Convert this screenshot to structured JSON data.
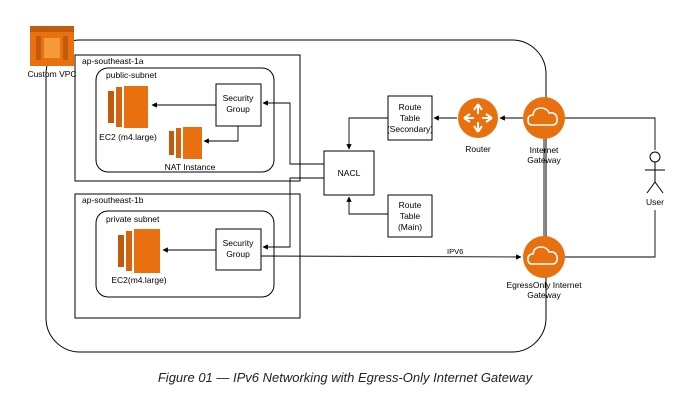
{
  "vpc": {
    "label": "Custom VPC"
  },
  "az_a": {
    "label": "ap-southeast-1a",
    "subnet": "public-subnet",
    "ec2": "EC2 (m4.large)",
    "sg": [
      "Security",
      "Group"
    ],
    "nat": "NAT Instance"
  },
  "az_b": {
    "label": "ap-southeast-1b",
    "subnet": "private subnet",
    "ec2": "EC2(m4.large)",
    "sg": [
      "Security",
      "Group"
    ]
  },
  "nacl": "NACL",
  "rt_secondary": [
    "Route",
    "Table",
    "(Secondary)"
  ],
  "rt_main": [
    "Route",
    "Table",
    "(Main)"
  ],
  "router": "Router",
  "igw": [
    "Internet",
    "Gateway"
  ],
  "eigw": [
    "EgressOnly Internet",
    "Gateway"
  ],
  "user": "User",
  "ipv6_label": "IPV6",
  "caption": "Figure 01 — IPv6 Networking with Egress-Only Internet Gateway",
  "colors": {
    "aws_orange": "#E8700F",
    "aws_orange_dark": "#C25A0C",
    "line": "#000000"
  }
}
